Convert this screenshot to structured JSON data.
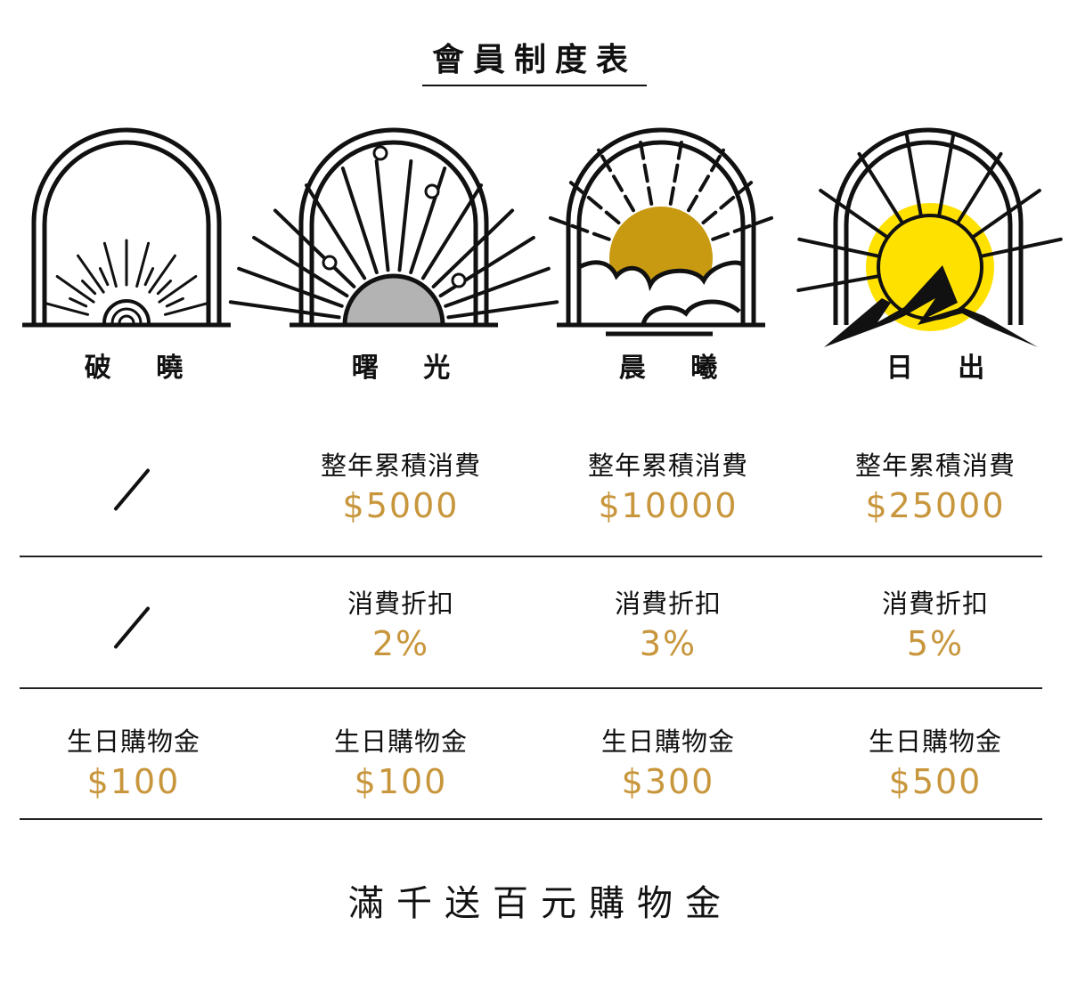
{
  "title": "會員制度表",
  "tiers": [
    {
      "name": "破 曉",
      "icon": "dawn-icon"
    },
    {
      "name": "曙 光",
      "icon": "first-light-icon"
    },
    {
      "name": "晨 曦",
      "icon": "morning-sun-icon"
    },
    {
      "name": "日 出",
      "icon": "sunrise-mountain-icon"
    }
  ],
  "rows": [
    {
      "label": "整年累積消費",
      "values": [
        null,
        "$5000",
        "$10000",
        "$25000"
      ]
    },
    {
      "label": "消費折扣",
      "values": [
        null,
        "2%",
        "3%",
        "5%"
      ]
    },
    {
      "label": "生日購物金",
      "values": [
        "$100",
        "$100",
        "$300",
        "$500"
      ]
    }
  ],
  "footer": "滿千送百元購物金",
  "colors": {
    "gold": "#c8963c",
    "sun_gold": "#c89a12",
    "sun_yellow": "#ffe100",
    "gray": "#b3b3b3"
  }
}
